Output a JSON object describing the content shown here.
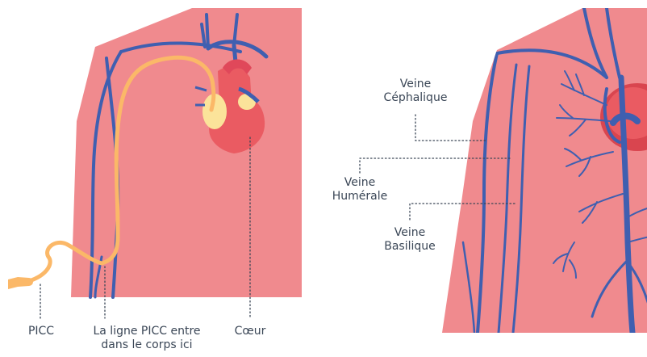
{
  "labels": {
    "picc": "PICC",
    "entry_line1": "La ligne PICC entre",
    "entry_line2": "dans le corps ici",
    "heart": "Cœur",
    "cephalic_line1": "Veine",
    "cephalic_line2": "Céphalique",
    "humeral_line1": "Veine",
    "humeral_line2": "Humérale",
    "basilic_line1": "Veine",
    "basilic_line2": "Basilique"
  },
  "colors": {
    "skin": "#f08a8e",
    "vein": "#3f5fb0",
    "picc_tube": "#fbb868",
    "atrium": "#fbe39a",
    "heart": "#ea5b62",
    "text": "#3a4656",
    "leader": "#3a4656"
  }
}
